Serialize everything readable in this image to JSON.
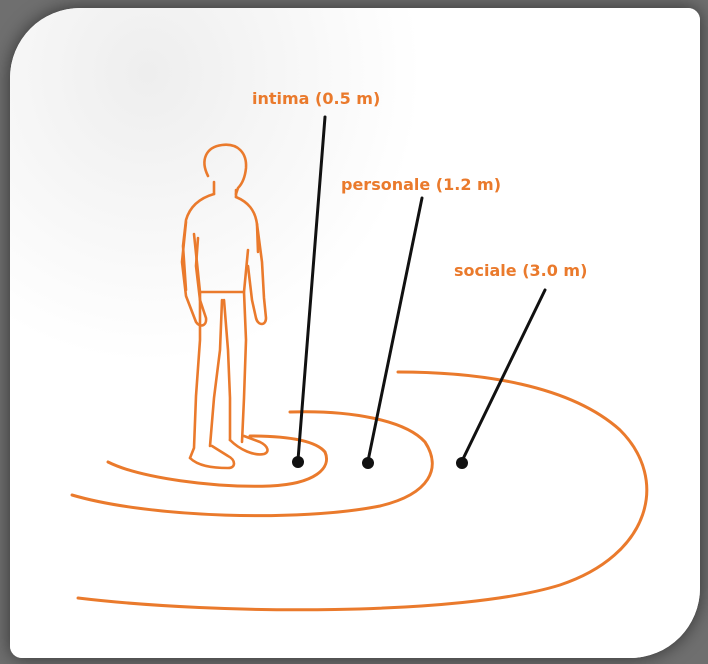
{
  "colors": {
    "accent": "#ea7a2c",
    "pointer": "#111111",
    "background": "#ffffff"
  },
  "figure": {
    "icon": "standing-person-outline"
  },
  "zones": [
    {
      "id": "intimate",
      "label": "intima (0.5 m)"
    },
    {
      "id": "personal",
      "label": "personale (1.2 m)"
    },
    {
      "id": "social",
      "label": "sociale (3.0 m)"
    }
  ]
}
